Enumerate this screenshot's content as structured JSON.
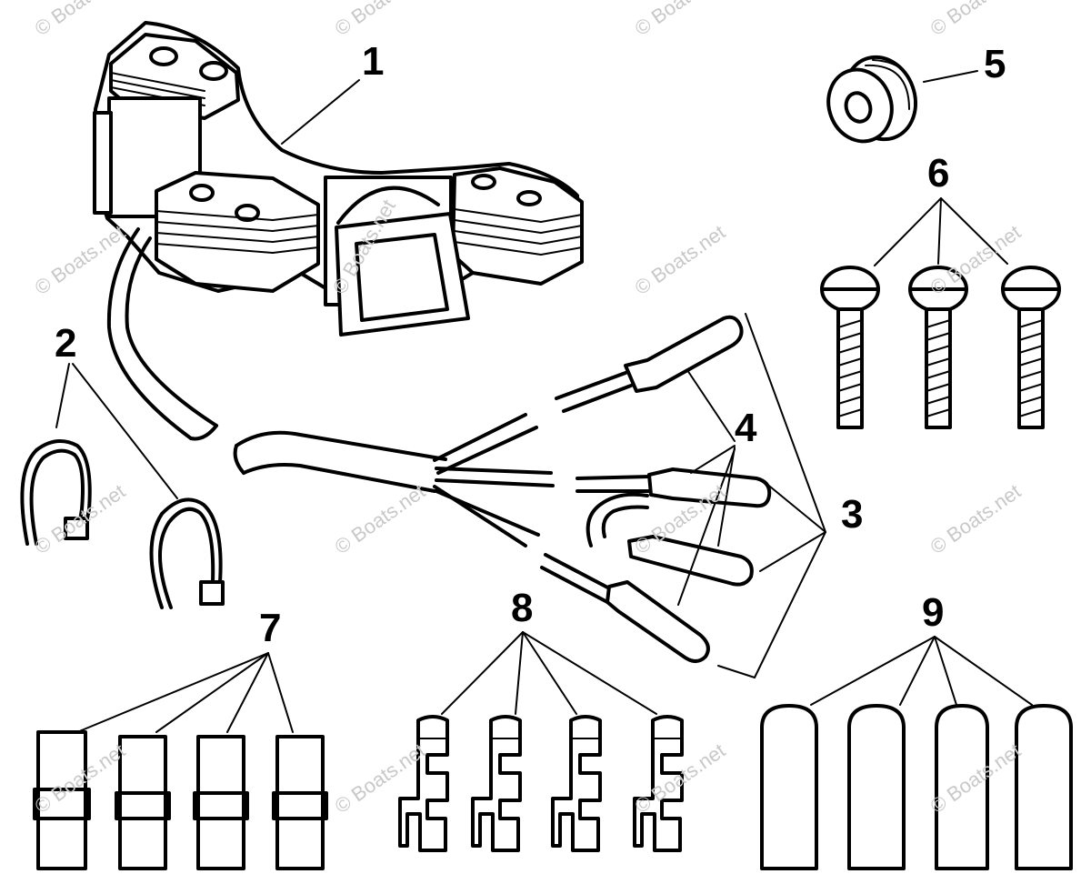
{
  "watermark": {
    "text": "© Boats.net",
    "color": "#c8c8c8"
  },
  "callouts": {
    "c1": "1",
    "c2": "2",
    "c3": "3",
    "c4": "4",
    "c5": "5",
    "c6": "6",
    "c7": "7",
    "c8": "8",
    "c9": "9"
  },
  "parts": [
    {
      "callout": "1",
      "icon": "stator-coil-assembly-icon"
    },
    {
      "callout": "2",
      "icon": "cable-tie-icon"
    },
    {
      "callout": "3",
      "icon": "wire-lead-terminal-icon"
    },
    {
      "callout": "4",
      "icon": "wire-sleeve-icon"
    },
    {
      "callout": "5",
      "icon": "grommet-icon"
    },
    {
      "callout": "6",
      "icon": "screw-icon"
    },
    {
      "callout": "7",
      "icon": "connector-sleeve-icon"
    },
    {
      "callout": "8",
      "icon": "terminal-pin-icon"
    },
    {
      "callout": "9",
      "icon": "terminal-boot-icon"
    }
  ]
}
